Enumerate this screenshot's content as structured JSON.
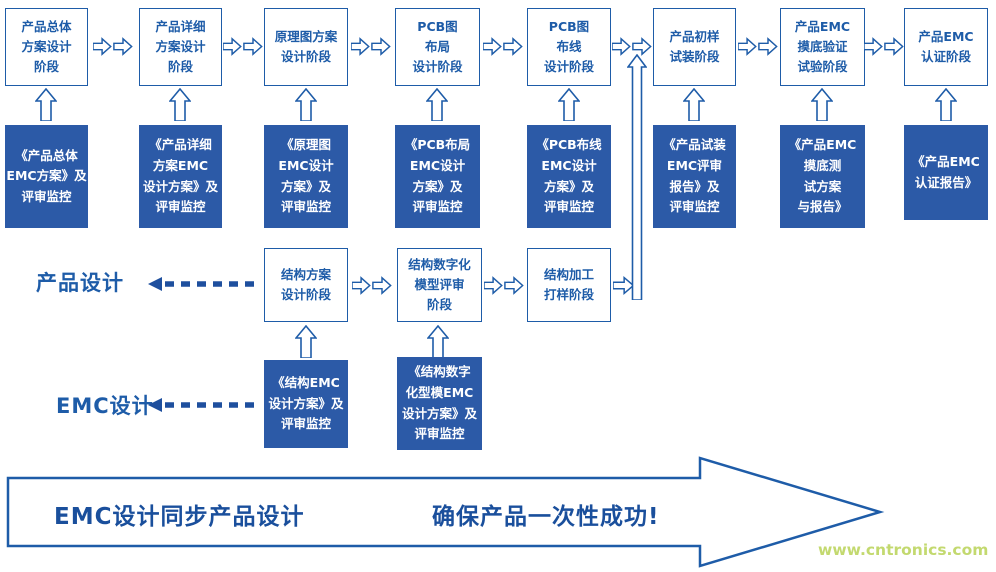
{
  "colors": {
    "line_blue": "#1e5ca8",
    "fill_blue": "#2c5aa7",
    "banner_text_blue": "#1a4f9c",
    "watermark_green": "#c3d96f"
  },
  "columns": [
    {
      "stage": "产品总体\n方案设计\n阶段",
      "doc": "《产品总体\nEMC方案》及\n评审监控"
    },
    {
      "stage": "产品详细\n方案设计\n阶段",
      "doc": "《产品详细\n方案EMC\n设计方案》及\n评审监控"
    },
    {
      "stage": "原理图方案\n设计阶段",
      "doc": "《原理图\nEMC设计\n方案》及\n评审监控"
    },
    {
      "stage": "PCB图\n布局\n设计阶段",
      "doc": "《PCB布局\nEMC设计\n方案》及\n评审监控"
    },
    {
      "stage": "PCB图\n布线\n设计阶段",
      "doc": "《PCB布线\nEMC设计\n方案》及\n评审监控"
    },
    {
      "stage": "产品初样\n试装阶段",
      "doc": "《产品试装\nEMC评审\n报告》及\n评审监控"
    },
    {
      "stage": "产品EMC\n摸底验证\n试验阶段",
      "doc": "《产品EMC\n摸底测\n试方案\n与报告》"
    },
    {
      "stage": "产品EMC\n认证阶段",
      "doc": "《产品EMC\n认证报告》"
    }
  ],
  "structure_row": {
    "label": "产品设计",
    "stages": [
      "结构方案\n设计阶段",
      "结构数字化\n模型评审\n阶段",
      "结构加工\n打样阶段"
    ]
  },
  "emc_row": {
    "label": "EMC设计",
    "docs": [
      "《结构EMC\n设计方案》及\n评审监控",
      "《结构数字\n化型模EMC\n设计方案》及\n评审监控"
    ]
  },
  "banner": {
    "left_text": "EMC设计同步产品设计",
    "right_text": "确保产品一次性成功!"
  },
  "watermark": "www.cntronics.com"
}
